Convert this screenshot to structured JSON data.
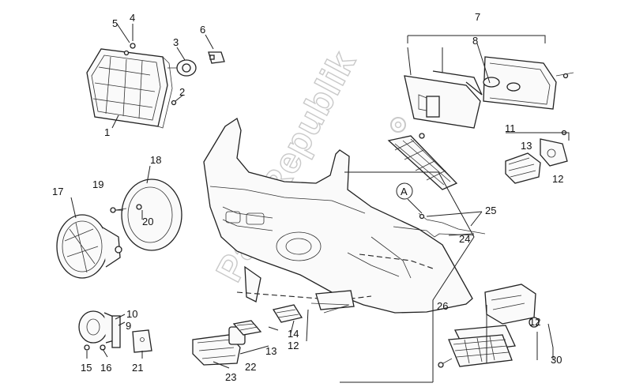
{
  "watermark": "PartsRepublik",
  "labels": {
    "ref_a": "A",
    "n1": "1",
    "n2": "2",
    "n3": "3",
    "n4": "4",
    "n5": "5",
    "n6": "6",
    "n7": "7",
    "n8": "8",
    "n9": "9",
    "n10": "10",
    "n11": "11",
    "n12": "12",
    "n13": "13",
    "n14": "14",
    "n15": "15",
    "n16": "16",
    "n17": "17",
    "n18": "18",
    "n19": "19",
    "n20": "20",
    "n21": "21",
    "n22": "22",
    "n23": "23",
    "n24": "24",
    "n25": "25",
    "n26": "26",
    "n30": "30"
  }
}
